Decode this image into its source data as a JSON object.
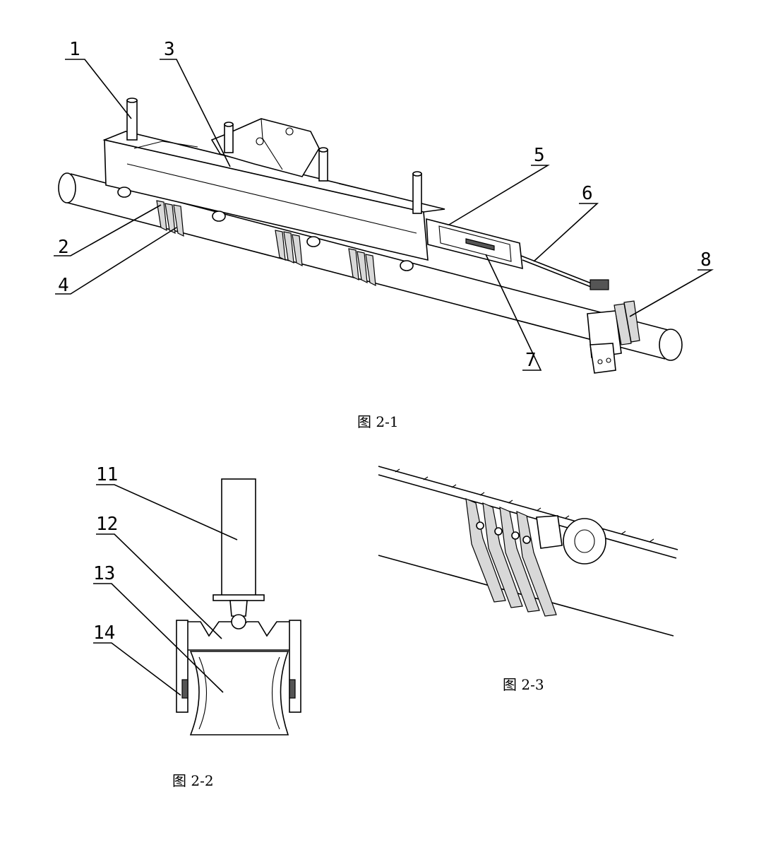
{
  "figure1": {
    "caption": "图 2-1",
    "callouts": [
      "1",
      "2",
      "3",
      "4",
      "5",
      "6",
      "7",
      "8"
    ]
  },
  "figure2": {
    "caption": "图 2-2",
    "callouts": [
      "11",
      "12",
      "13",
      "14"
    ]
  },
  "figure3": {
    "caption": "图 2-3"
  }
}
